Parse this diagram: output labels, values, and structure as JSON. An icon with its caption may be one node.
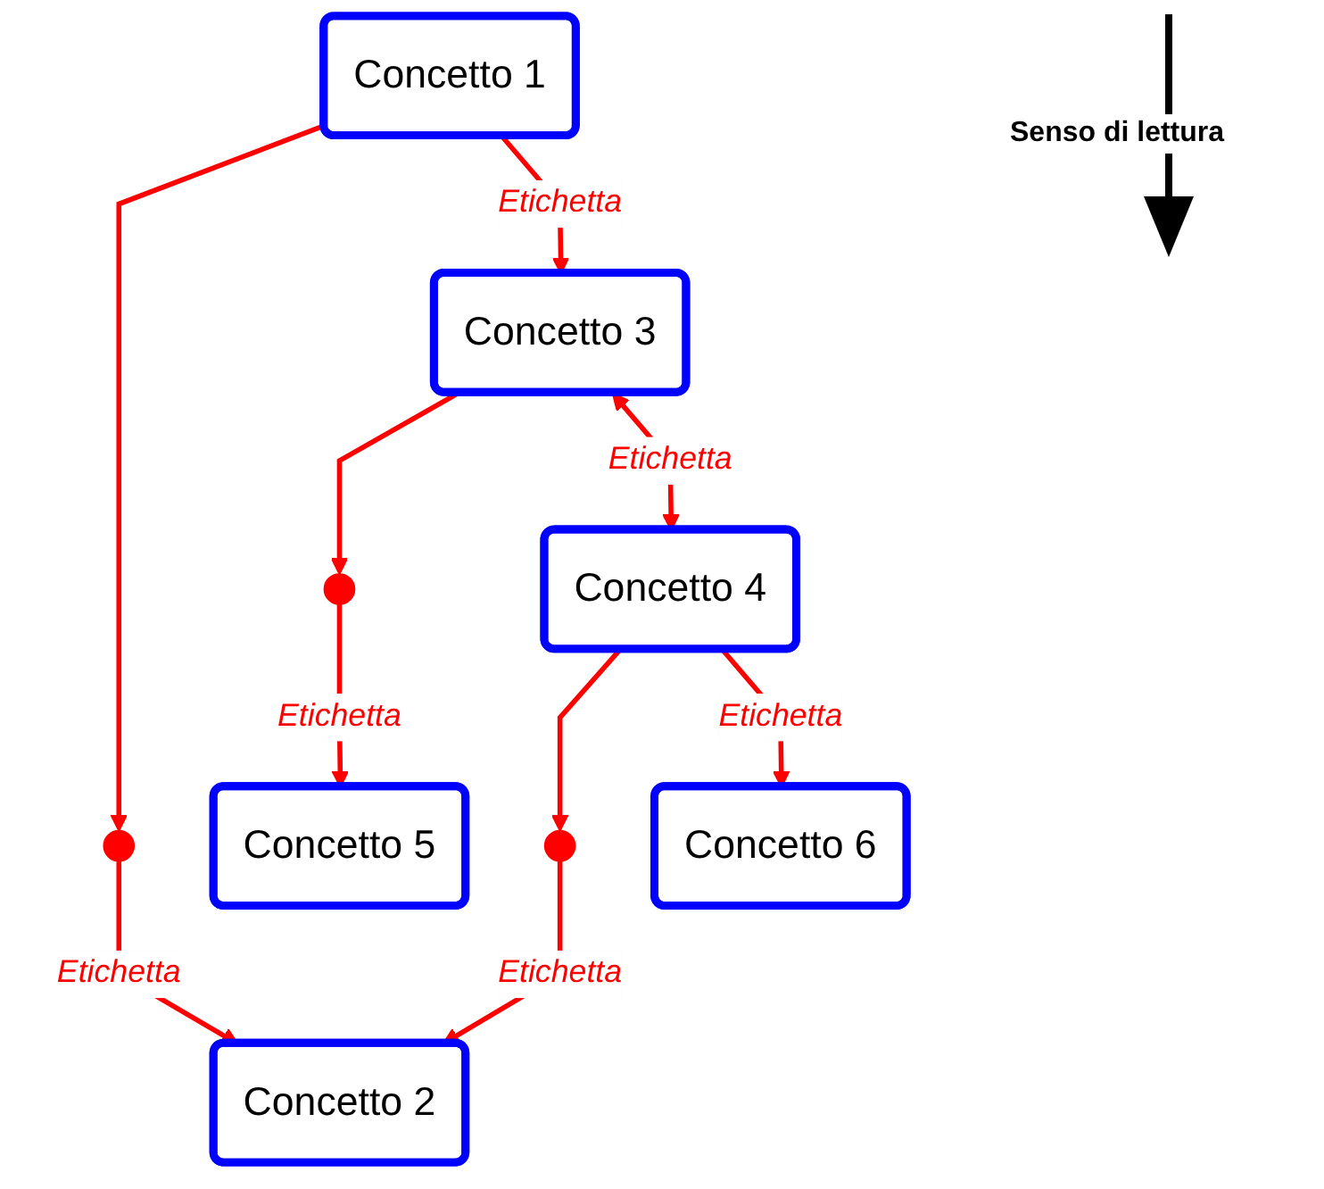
{
  "diagram": {
    "nodes": [
      {
        "text": [
          "Concetto 1"
        ]
      },
      {
        "text": [],
        "shape": "circle"
      },
      {
        "text": [
          "Concetto 2"
        ]
      },
      {
        "text": [
          "Concetto 3"
        ]
      },
      {
        "text": [],
        "shape": "circle"
      },
      {
        "text": [
          "Concetto 5"
        ]
      },
      {
        "text": [
          "Concetto 4"
        ]
      },
      {
        "text": [],
        "shape": "circle"
      },
      {
        "text": [
          "Concetto 6"
        ]
      }
    ],
    "edges": [
      {
        "from": 0,
        "to": 1,
        "arrow": "to"
      },
      {
        "from": 1,
        "to": 2,
        "arrow": "to",
        "label": "Etichetta"
      },
      {
        "from": 0,
        "to": 3,
        "arrow": "to",
        "label": "Etichetta"
      },
      {
        "from": 3,
        "to": 4,
        "arrow": "to"
      },
      {
        "from": 4,
        "to": 5,
        "arrow": "to",
        "label": "Etichetta"
      },
      {
        "from": 3,
        "to": 6,
        "arrow": "both",
        "label": "Etichetta"
      },
      {
        "from": 6,
        "to": 7,
        "arrow": "to"
      },
      {
        "from": 7,
        "to": 2,
        "arrow": "to",
        "label": "Etichetta"
      },
      {
        "from": 6,
        "to": 8,
        "arrow": "to",
        "label": "Etichetta"
      }
    ],
    "labels": [
      "Senso di lettura"
    ]
  }
}
